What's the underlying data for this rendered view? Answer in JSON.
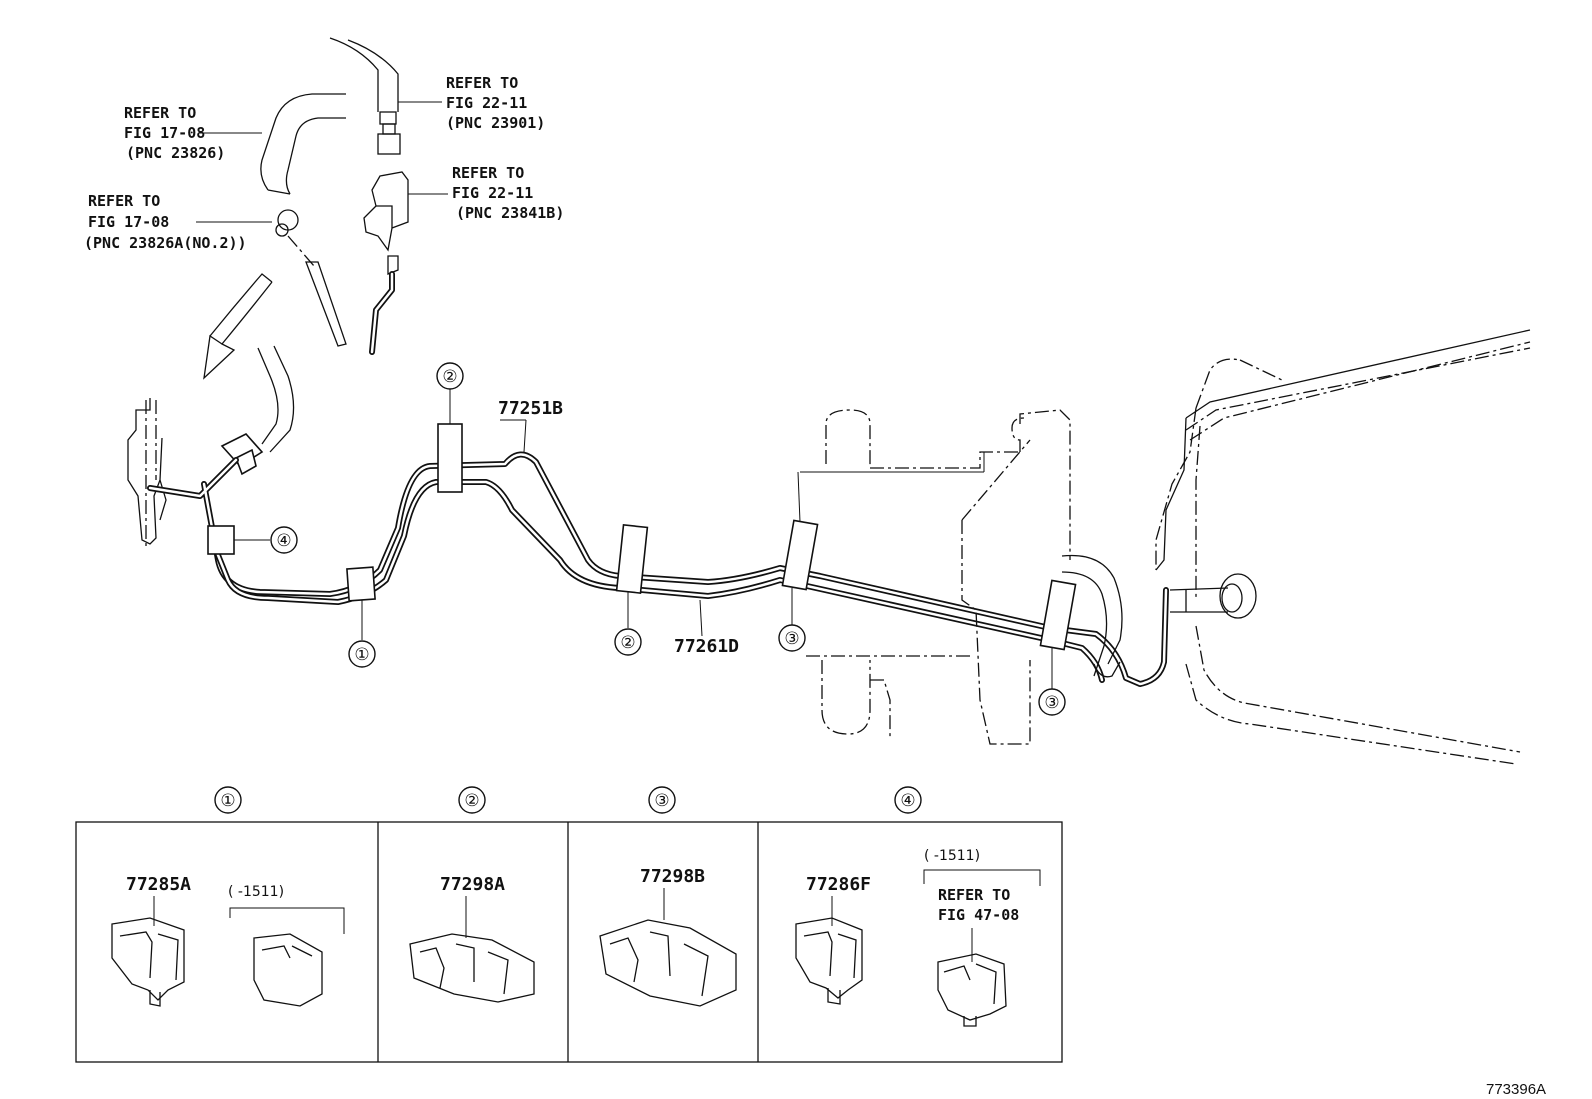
{
  "refs": {
    "ref_23901": {
      "line1": "REFER TO",
      "line2": "FIG 22-11",
      "line3": "(PNC 23901)"
    },
    "ref_23826": {
      "line1": "REFER TO",
      "line2": "FIG 17-08",
      "line3": "(PNC 23826)"
    },
    "ref_23841b": {
      "line1": "REFER TO",
      "line2": "FIG 22-11",
      "line3": "(PNC 23841B)"
    },
    "ref_23826a": {
      "line1": "REFER TO",
      "line2": "FIG 17-08",
      "line3": "(PNC 23826A(NO.2))"
    },
    "ref_4708": {
      "line1": "REFER TO",
      "line2": "FIG 47-08"
    }
  },
  "parts": {
    "pipe_upper": "77251B",
    "pipe_lower": "77261D",
    "clamp_1": "77285A",
    "clamp_2": "77298A",
    "clamp_3": "77298B",
    "clamp_4": "77286F"
  },
  "callouts": {
    "c1": "①",
    "c2": "②",
    "c3": "③",
    "c4": "④"
  },
  "date_range_1": "(     -1511)",
  "date_range_4": "(     -1511)",
  "figure_id": "773396A"
}
